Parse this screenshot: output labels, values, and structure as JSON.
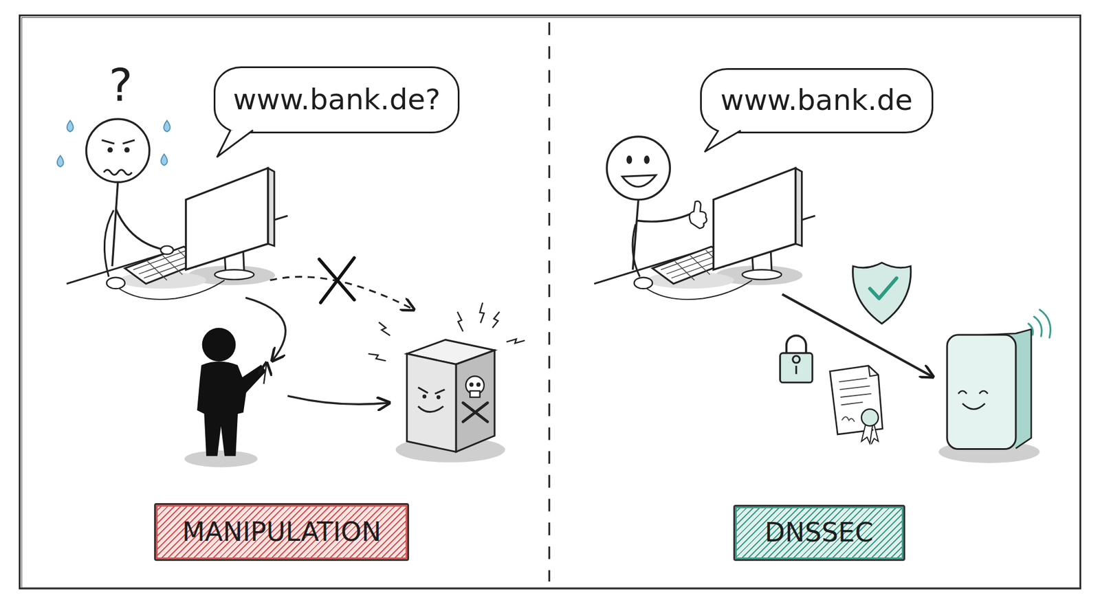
{
  "diagram": {
    "nodes": [
      {
        "text": [
          "www.bank.de?"
        ]
      },
      {
        "text": [
          "www.bank.de"
        ]
      },
      {
        "text": [
          "MANIPULATION"
        ]
      },
      {
        "text": [
          "DNSSEC"
        ]
      }
    ],
    "labels": [
      "?"
    ]
  }
}
